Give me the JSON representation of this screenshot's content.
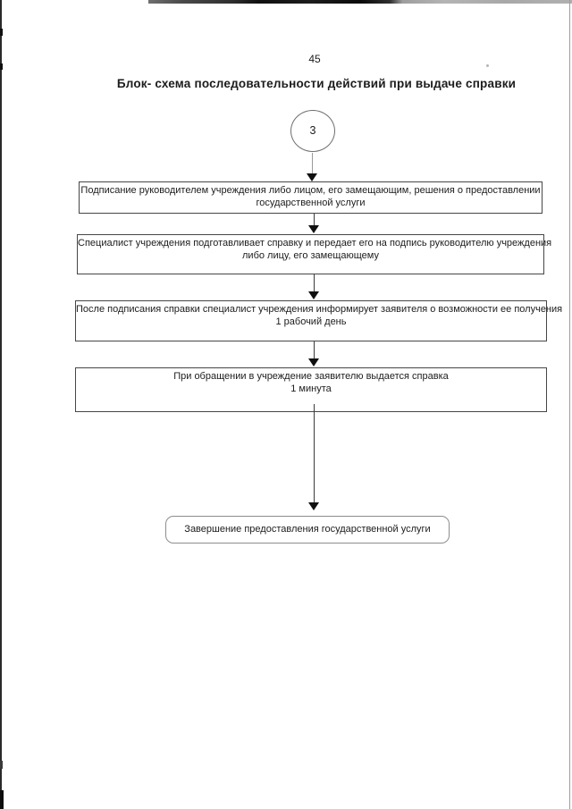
{
  "page": {
    "number": "45",
    "title": "Блок- схема последовательности действий при выдаче справки"
  },
  "flowchart": {
    "entry_connector": {
      "label": "3"
    },
    "nodes": [
      {
        "name": "sign-decision",
        "lines": [
          "Подписание руководителем учреждения либо лицом, его замещающим, решения о предоставлении",
          "государственной услуги"
        ]
      },
      {
        "name": "prepare-certificate",
        "lines": [
          "Специалист учреждения подготавливает справку и передает его на подпись руководителю учреждения",
          "либо лицу, его замещающему"
        ]
      },
      {
        "name": "inform-applicant",
        "lines": [
          "После подписания справки специалист учреждения информирует заявителя о возможности ее получения",
          "1 рабочий день"
        ]
      },
      {
        "name": "issue-certificate",
        "lines": [
          "При обращении в учреждение заявителю выдается справка",
          "1 минута"
        ]
      }
    ],
    "terminal": {
      "label": "Завершение предоставления государственной услуги"
    }
  },
  "colors": {
    "ink": "#1c1c1c",
    "box_border": "#464646",
    "terminal_border": "#8d8d8d",
    "arrow": "#101010"
  }
}
